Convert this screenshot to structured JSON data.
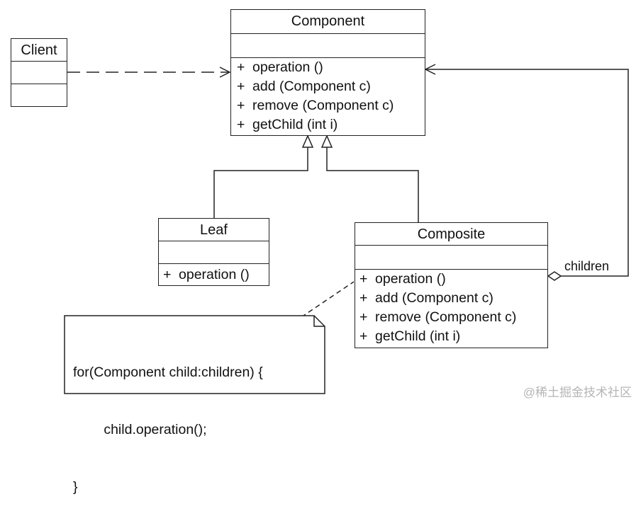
{
  "classes": {
    "component": {
      "name": "Component",
      "ops": [
        {
          "vis": "+",
          "sig": "operation ()"
        },
        {
          "vis": "+",
          "sig": "add (Component c)"
        },
        {
          "vis": "+",
          "sig": "remove (Component c)"
        },
        {
          "vis": "+",
          "sig": "getChild (int i)"
        }
      ]
    },
    "client": {
      "name": "Client"
    },
    "leaf": {
      "name": "Leaf",
      "ops": [
        {
          "vis": "+",
          "sig": "operation ()"
        }
      ]
    },
    "composite": {
      "name": "Composite",
      "ops": [
        {
          "vis": "+",
          "sig": "operation ()"
        },
        {
          "vis": "+",
          "sig": "add (Component c)"
        },
        {
          "vis": "+",
          "sig": "remove (Component c)"
        },
        {
          "vis": "+",
          "sig": "getChild (int i)"
        }
      ]
    }
  },
  "association_label": "children",
  "note": {
    "lines": [
      "for(Component child:children) {",
      "        child.operation();",
      "}"
    ]
  },
  "watermark": "@稀土掘金技术社区"
}
